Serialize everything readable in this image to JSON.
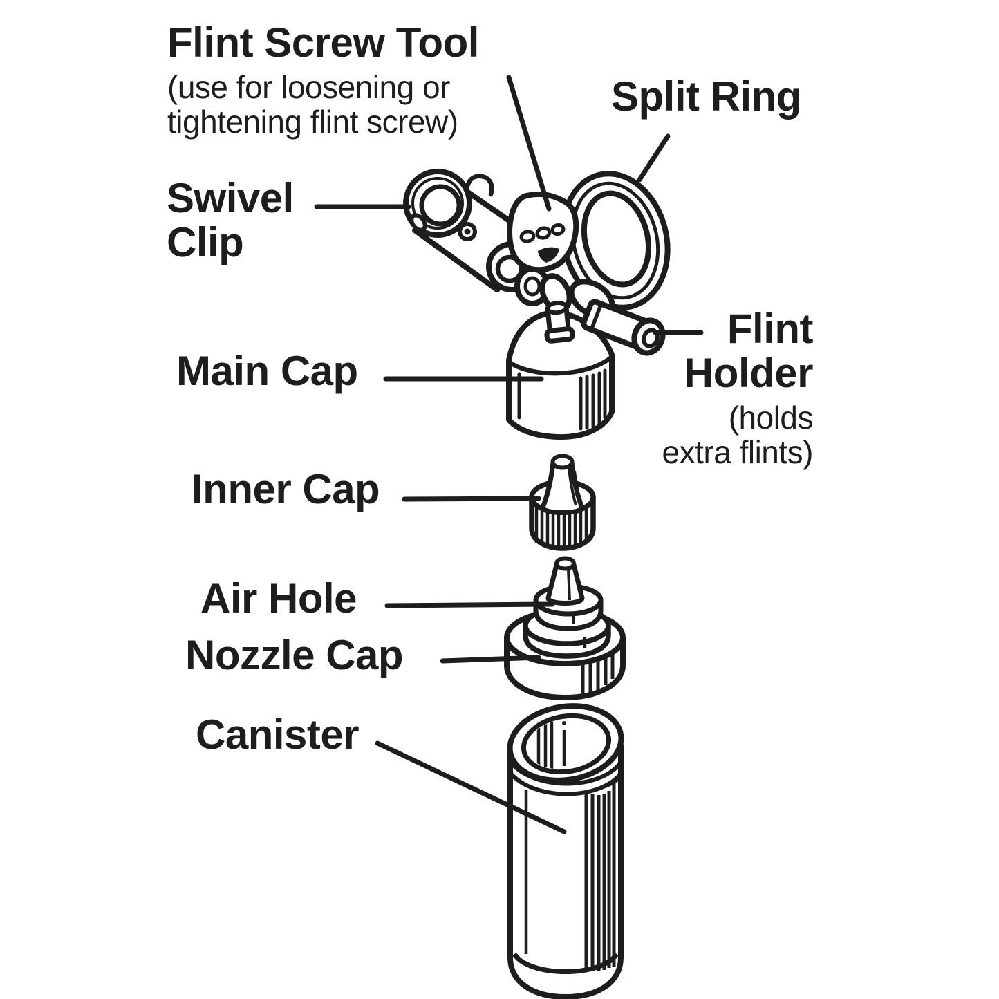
{
  "colors": {
    "ink": "#1d1d1d",
    "background": "#ffffff"
  },
  "parts": {
    "flint_screw_tool": {
      "label": "Flint Screw Tool",
      "note": [
        "(use for loosening or",
        "tightening flint screw)"
      ]
    },
    "split_ring": {
      "label": "Split Ring"
    },
    "swivel_clip": {
      "label_lines": [
        "Swivel",
        "Clip"
      ]
    },
    "main_cap": {
      "label": "Main Cap"
    },
    "flint_holder": {
      "label_lines": [
        "Flint",
        "Holder"
      ],
      "note": [
        "(holds",
        "extra flints)"
      ]
    },
    "inner_cap": {
      "label": "Inner Cap"
    },
    "air_hole": {
      "label": "Air Hole"
    },
    "nozzle_cap": {
      "label": "Nozzle Cap"
    },
    "canister": {
      "label": "Canister"
    }
  }
}
